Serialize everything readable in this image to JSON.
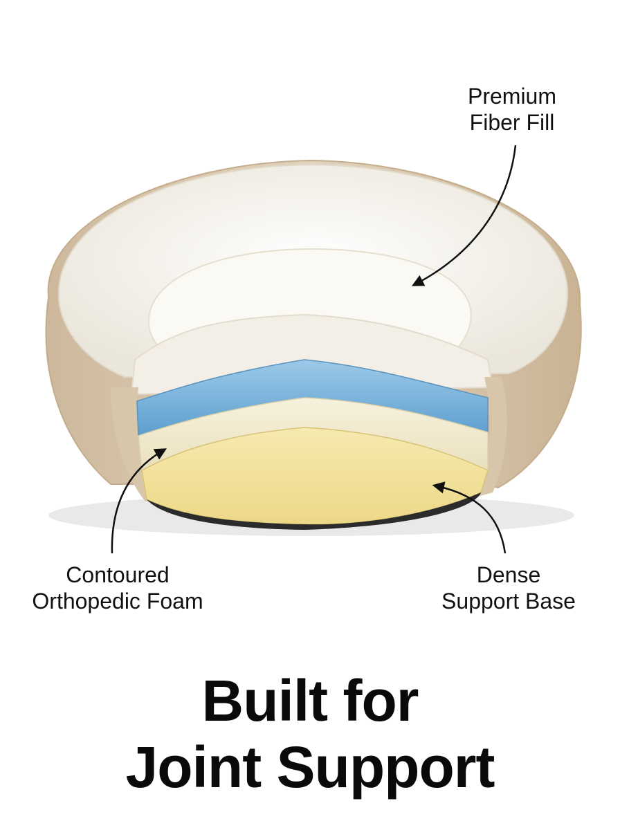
{
  "callouts": {
    "fiber_fill": {
      "line1": "Premium",
      "line2": "Fiber Fill"
    },
    "orthopedic_foam": {
      "line1": "Contoured",
      "line2": "Orthopedic Foam"
    },
    "support_base": {
      "line1": "Dense",
      "line2": "Support Base"
    }
  },
  "headline": {
    "line1": "Built for",
    "line2": "Joint Support"
  },
  "colors": {
    "background": "#ffffff",
    "outer_shell": "#d9c6ad",
    "plush_fill": "#f6f3ec",
    "memory_foam": "#7fb6dc",
    "orthopedic_foam": "#f1ebcf",
    "support_base": "#f2e39a",
    "non_slip_bottom": "#2b2b2b",
    "text": "#111111"
  }
}
